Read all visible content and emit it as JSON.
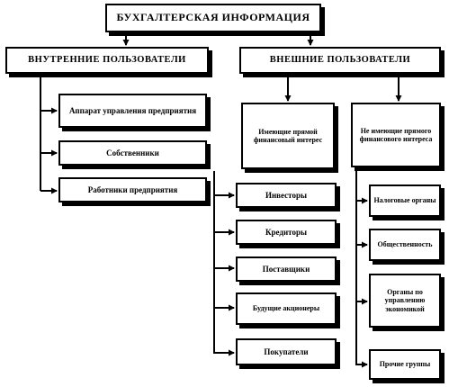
{
  "diagram": {
    "root": "БУХГАЛТЕРСКАЯ ИНФОРМАЦИЯ",
    "internal": {
      "title": "ВНУТРЕННИЕ ПОЛЬЗОВАТЕЛИ",
      "items": [
        "Аппарат управления предприятия",
        "Собственники",
        "Работники предприятия"
      ]
    },
    "external": {
      "title": "ВНЕШНИЕ ПОЛЬЗОВАТЕЛИ",
      "direct": {
        "title": "Имеющие прямой финансовый интерес",
        "items": [
          "Инвесторы",
          "Кредиторы",
          "Поставщики",
          "Будущие акционеры",
          "Покупатели"
        ]
      },
      "indirect": {
        "title": "Не имеющие прямого финансового интереса",
        "items": [
          "Налоговые органы",
          "Общественность",
          "Органы по управлению экономикой",
          "Прочие группы"
        ]
      }
    }
  }
}
